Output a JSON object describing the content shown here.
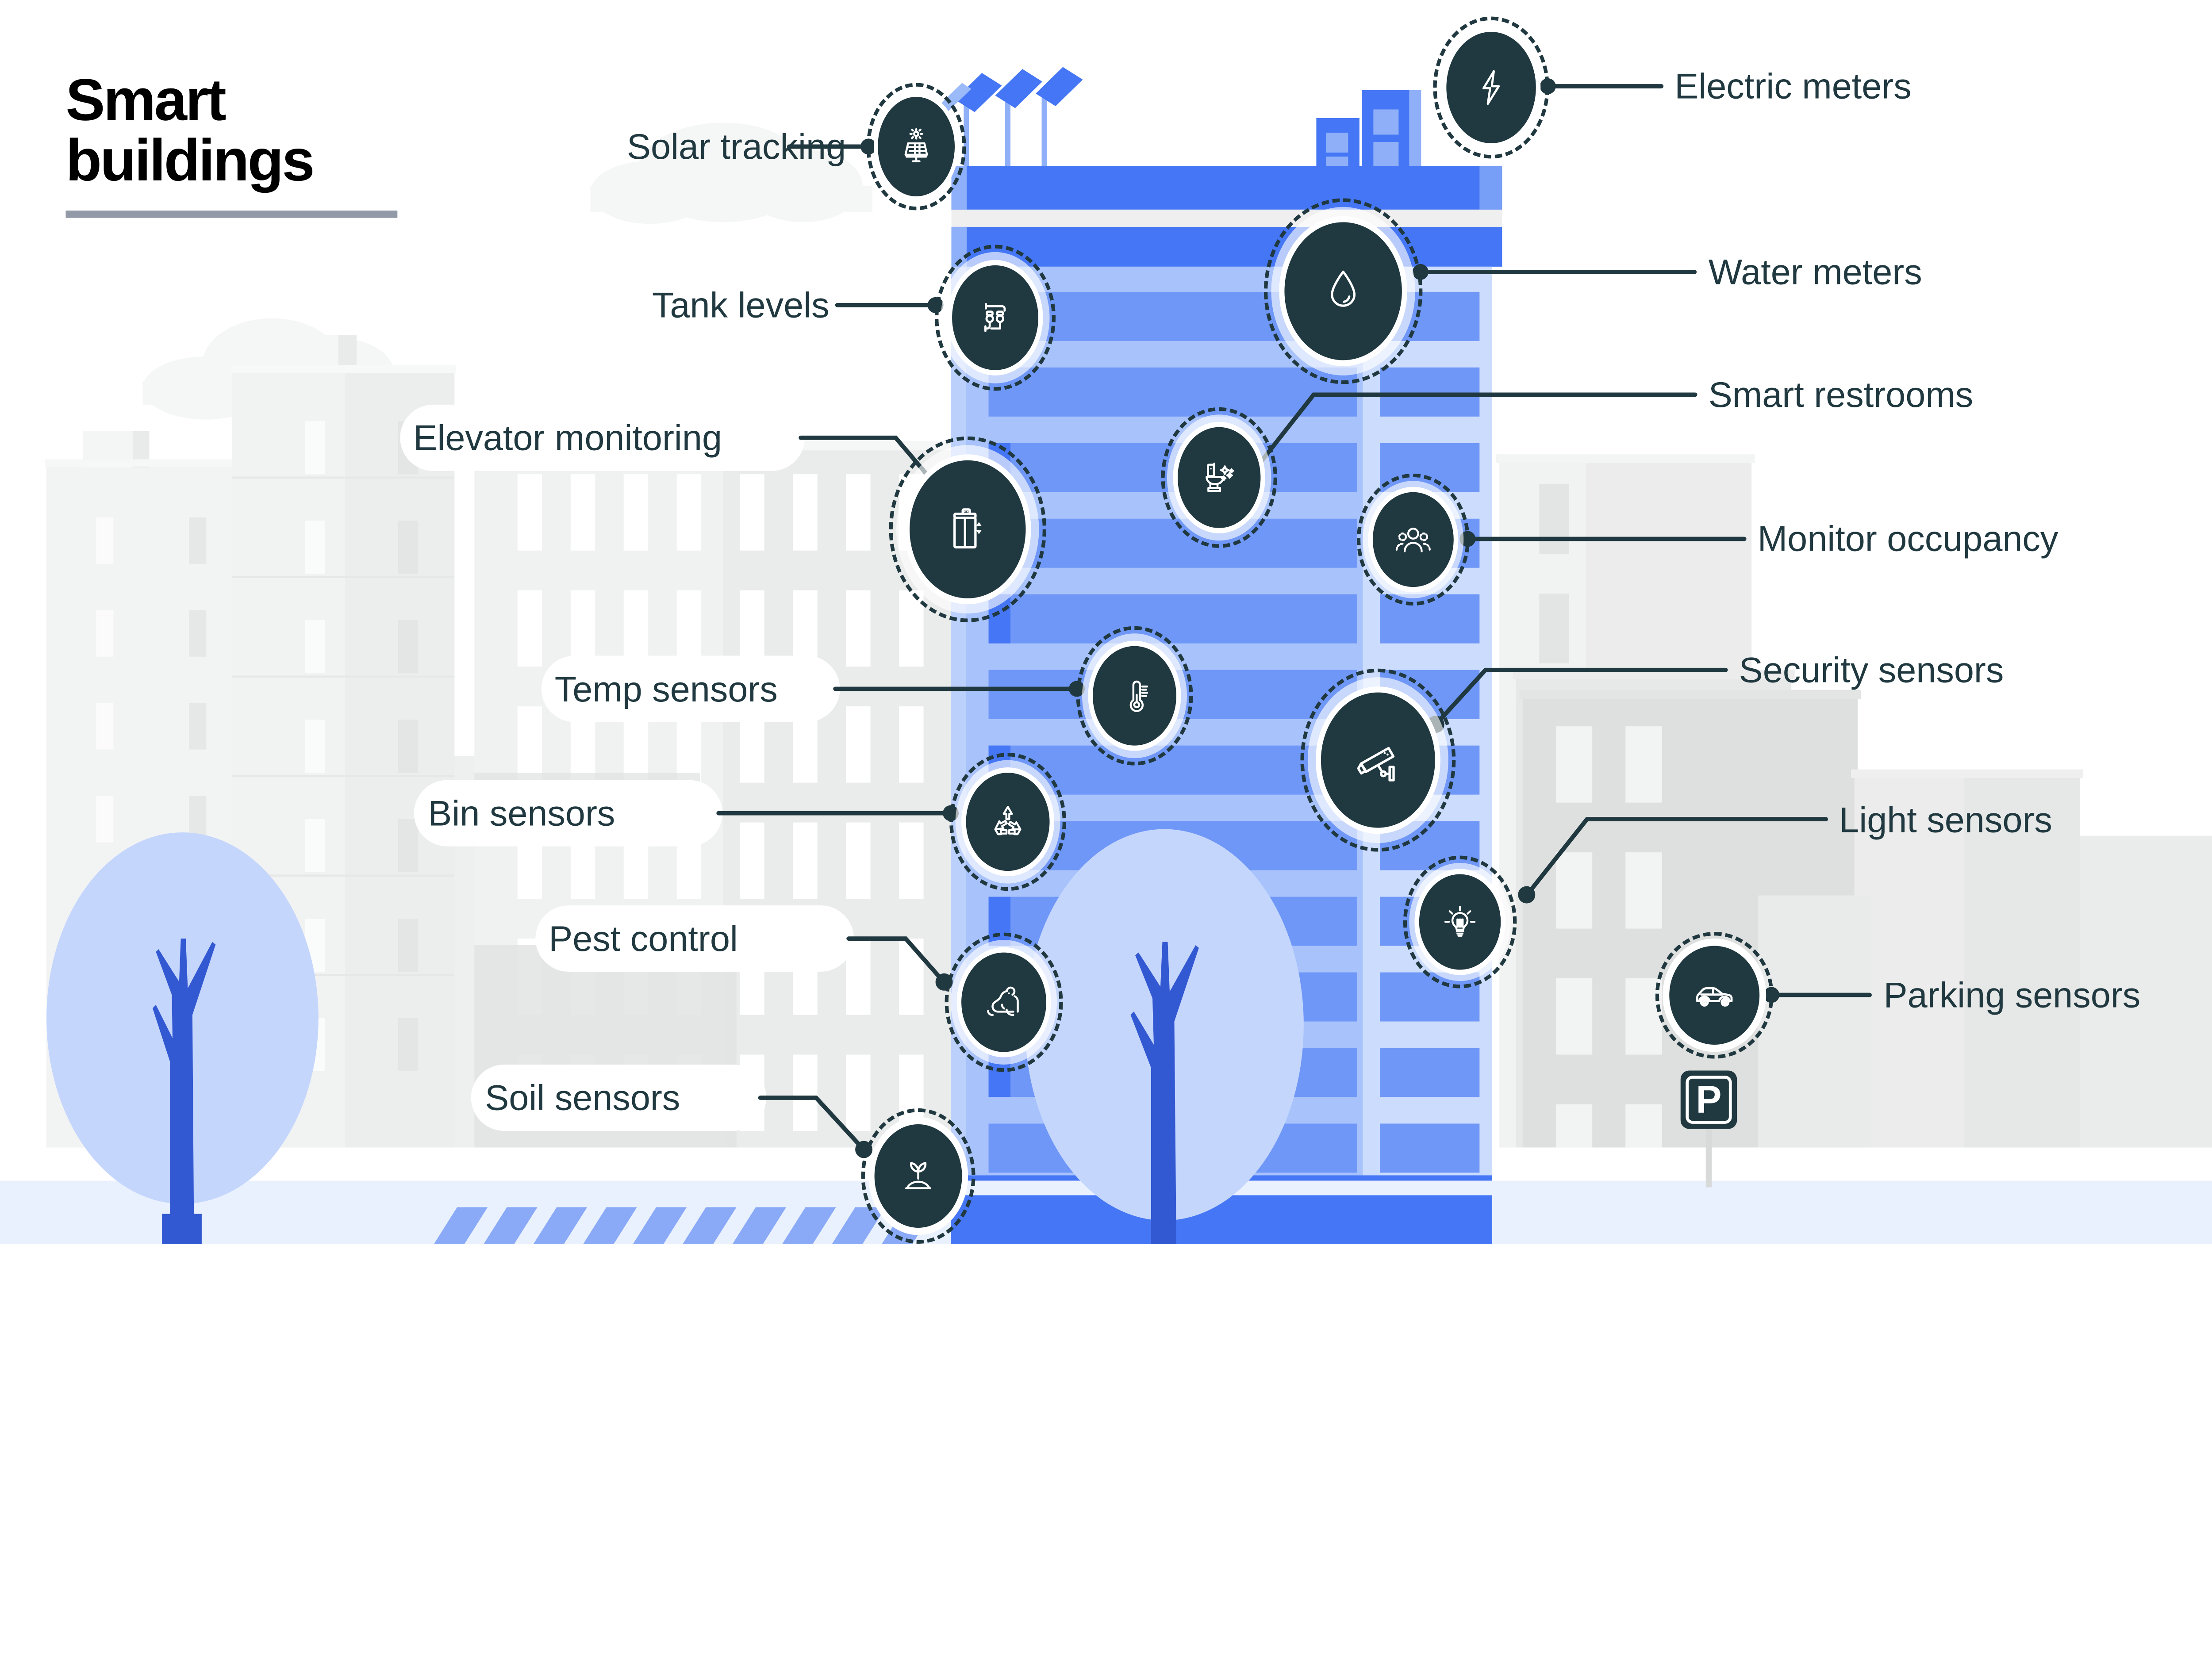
{
  "title": {
    "line1": "Smart",
    "line2": "buildings",
    "full": "Smart buildings"
  },
  "colors": {
    "ink": "#20383f",
    "accent_blue": "#4476f5",
    "blue_mid": "#6f97f7",
    "blue_light": "#a8c2fb",
    "blue_pale": "#ccdcfd",
    "blue_paler": "#e3ecfe",
    "grey_building": "#eceded",
    "grey_building_dark": "#e0e1e1",
    "grey_rule": "#939aa7",
    "white": "#ffffff",
    "ground": "#eaf1fe"
  },
  "sensors": [
    {
      "id": "solar-tracking",
      "label": "Solar tracking",
      "icon": "solar-panel-icon",
      "side": "left",
      "label_pill": false
    },
    {
      "id": "electric-meters",
      "label": "Electric meters",
      "icon": "lightning-bolt-icon",
      "side": "right",
      "label_pill": false
    },
    {
      "id": "tank-levels",
      "label": "Tank levels",
      "icon": "pipe-gauge-icon",
      "side": "left",
      "label_pill": false
    },
    {
      "id": "water-meters",
      "label": "Water meters",
      "icon": "water-drop-icon",
      "side": "right",
      "label_pill": false
    },
    {
      "id": "smart-restrooms",
      "label": "Smart restrooms",
      "icon": "toilet-sparkle-icon",
      "side": "right",
      "label_pill": false
    },
    {
      "id": "elevator-monitoring",
      "label": "Elevator monitoring",
      "icon": "elevator-icon",
      "side": "left",
      "label_pill": true
    },
    {
      "id": "monitor-occupancy",
      "label": "Monitor occupancy",
      "icon": "people-group-icon",
      "side": "right",
      "label_pill": false
    },
    {
      "id": "temp-sensors",
      "label": "Temp sensors",
      "icon": "thermometer-icon",
      "side": "left",
      "label_pill": true
    },
    {
      "id": "security-sensors",
      "label": "Security sensors",
      "icon": "cctv-camera-icon",
      "side": "right",
      "label_pill": false
    },
    {
      "id": "bin-sensors",
      "label": "Bin sensors",
      "icon": "recycle-icon",
      "side": "left",
      "label_pill": true
    },
    {
      "id": "light-sensors",
      "label": "Light sensors",
      "icon": "lightbulb-icon",
      "side": "right",
      "label_pill": false
    },
    {
      "id": "pest-control",
      "label": "Pest control",
      "icon": "rodent-icon",
      "side": "left",
      "label_pill": true
    },
    {
      "id": "parking-sensors",
      "label": "Parking sensors",
      "icon": "car-icon",
      "side": "right",
      "label_pill": false
    },
    {
      "id": "soil-sensors",
      "label": "Soil sensors",
      "icon": "sprout-icon",
      "side": "left",
      "label_pill": true
    }
  ],
  "scene": {
    "parking_sign_letter": "P",
    "elements": [
      "city-skyline-background",
      "clouds",
      "main-tower",
      "rooftop-solar-array",
      "rooftop-mechanical-block",
      "trees",
      "crosswalk",
      "ground-strip",
      "parking-sign"
    ]
  }
}
